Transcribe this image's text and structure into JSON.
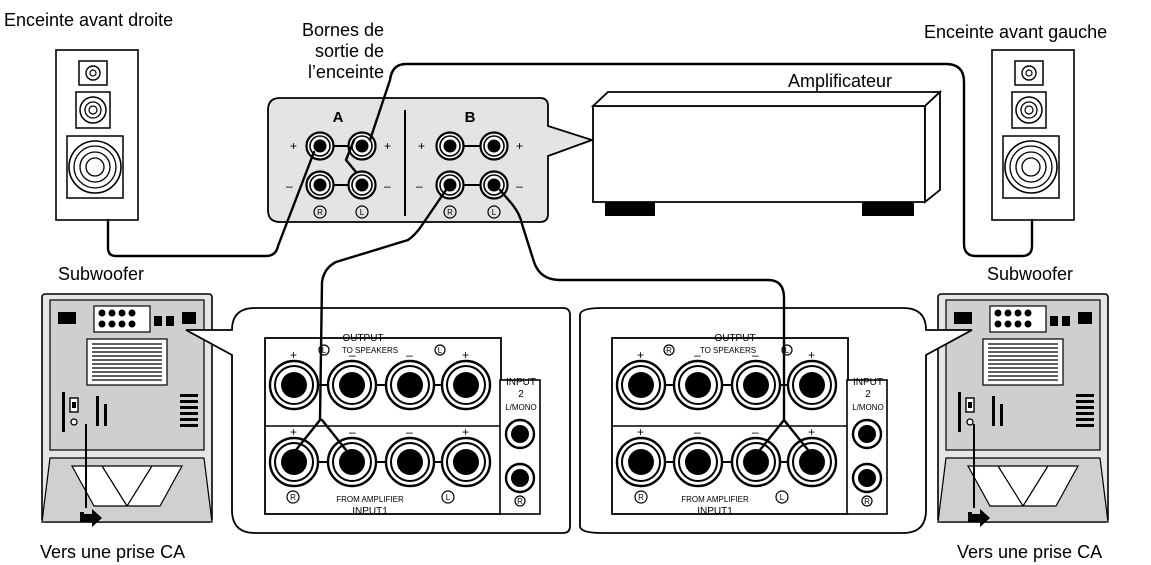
{
  "labels": {
    "front_right_speaker": "Enceinte avant droite",
    "front_left_speaker": "Enceinte avant gauche",
    "speaker_terminals": [
      "Bornes de",
      "sortie de",
      "l’enceinte"
    ],
    "amplifier": "Amplificateur",
    "subwoofer_left": "Subwoofer",
    "subwoofer_right": "Subwoofer",
    "ac_outlet_left": "Vers une prise CA",
    "ac_outlet_right": "Vers une prise CA"
  },
  "amp_panel": {
    "group_a": "A",
    "group_b": "B",
    "plus": "+",
    "minus": "–",
    "right_mark": "R",
    "left_mark": "L"
  },
  "sub_panel": {
    "output": "OUTPUT",
    "to_speakers": "TO SPEAKERS",
    "input2": "INPUT",
    "input2_num": "2",
    "mono": "L/MONO",
    "from_amplifier": "FROM AMPLIFIER",
    "input1": "INPUT1",
    "plus": "+",
    "minus": "–",
    "right_mark": "R",
    "left_mark": "L"
  }
}
